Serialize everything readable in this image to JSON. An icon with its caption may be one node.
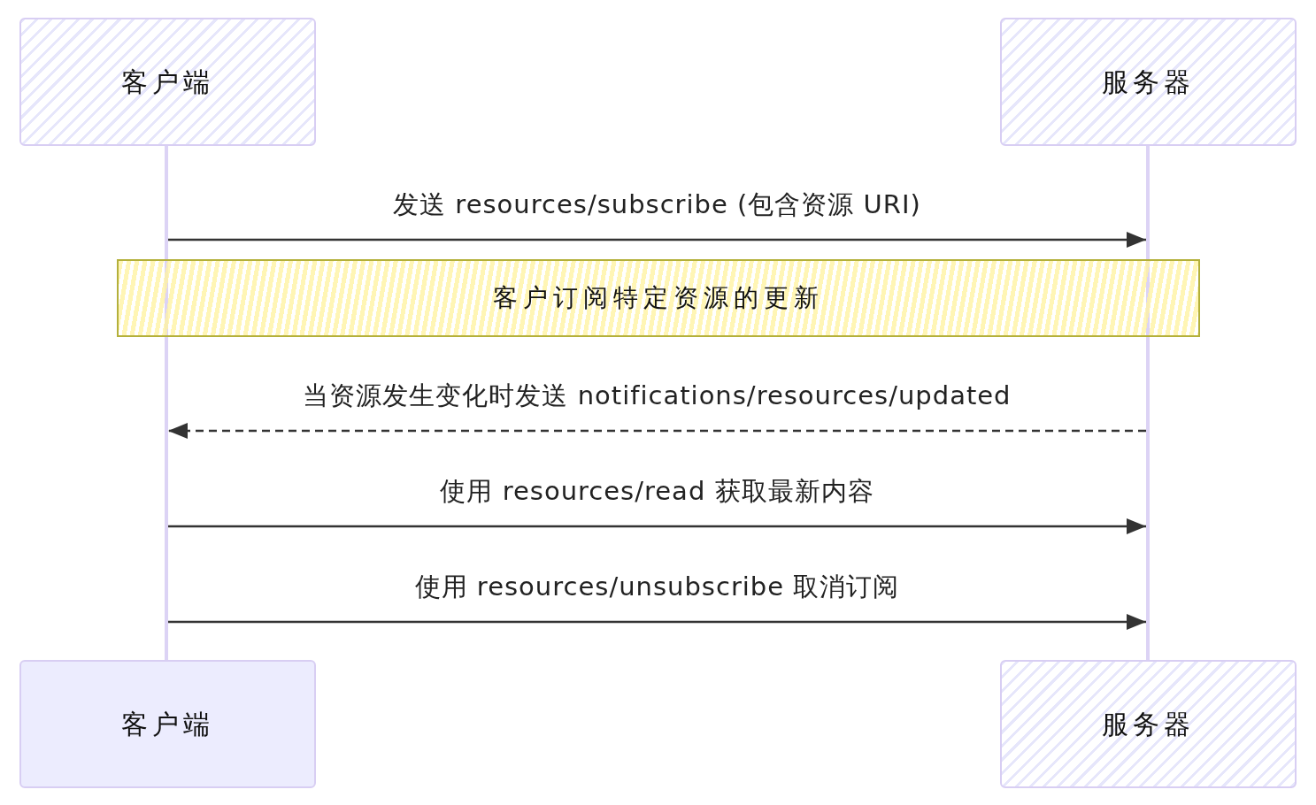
{
  "diagram": {
    "nodes": [
      {
        "text": [
          "客户端"
        ]
      },
      {
        "text": [
          "服务器"
        ]
      },
      {
        "text": [],
        "shape": "bar"
      },
      {
        "text": [],
        "shape": "bar"
      },
      {
        "text": [
          "客户订阅特定资源的更新"
        ]
      },
      {
        "text": [
          "客户端"
        ]
      },
      {
        "text": [
          "服务器"
        ]
      }
    ],
    "edges": [
      {
        "from": 2,
        "to": 3,
        "arrow": "to",
        "label": "发送 resources/subscribe (包含资源 URI)"
      },
      {
        "from": 3,
        "to": 2,
        "arrow": "to",
        "label": "当资源发生变化时发送 notifications/resources/updated",
        "style": "dashed"
      },
      {
        "from": 2,
        "to": 3,
        "arrow": "to",
        "label": "使用 resources/read 获取最新内容"
      },
      {
        "from": 2,
        "to": 3,
        "arrow": "to",
        "label": "使用 resources/unsubscribe 取消订阅"
      }
    ]
  }
}
